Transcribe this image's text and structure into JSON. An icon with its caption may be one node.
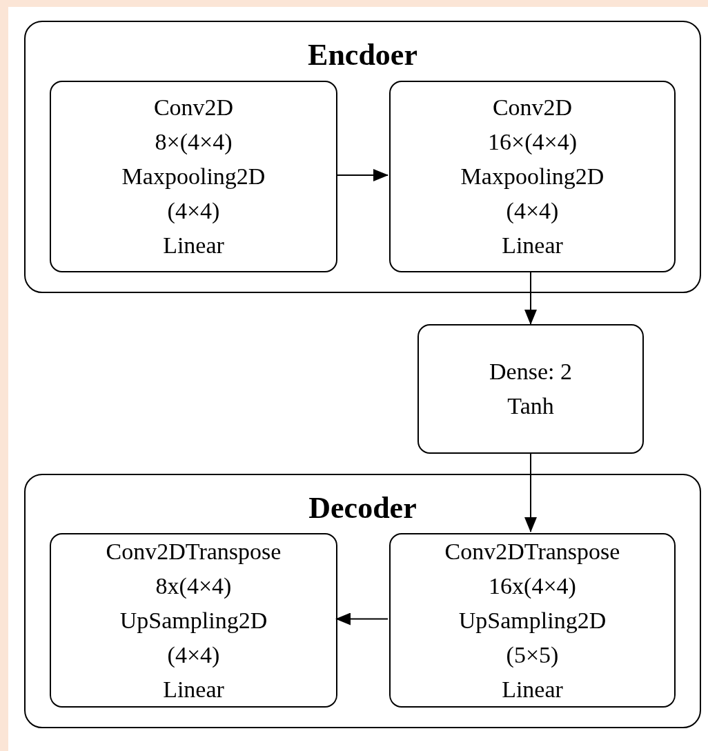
{
  "diagram": {
    "nodes": [
      {
        "text": [
          "Encdoer"
        ]
      },
      {
        "text": [
          "Conv2D",
          "8×(4×4)",
          "Maxpooling2D",
          "(4×4)",
          "Linear"
        ],
        "in": 0
      },
      {
        "text": [
          "Conv2D",
          "16×(4×4)",
          "Maxpooling2D",
          "(4×4)",
          "Linear"
        ],
        "in": 0
      },
      {
        "text": [
          "Dense: 2",
          "Tanh"
        ]
      },
      {
        "text": [
          "Decoder"
        ]
      },
      {
        "text": [
          "Conv2DTranspose",
          "8x(4×4)",
          "UpSampling2D",
          "(4×4)",
          "Linear"
        ],
        "in": 4
      },
      {
        "text": [
          "Conv2DTranspose",
          "16x(4×4)",
          "UpSampling2D",
          "(5×5)",
          "Linear"
        ],
        "in": 4
      }
    ],
    "edges": [
      {
        "from": 1,
        "to": 2,
        "arrow": "to"
      },
      {
        "from": 2,
        "to": 3,
        "arrow": "to"
      },
      {
        "from": 3,
        "to": 6,
        "arrow": "to"
      },
      {
        "from": 6,
        "to": 5,
        "arrow": "to"
      }
    ]
  }
}
